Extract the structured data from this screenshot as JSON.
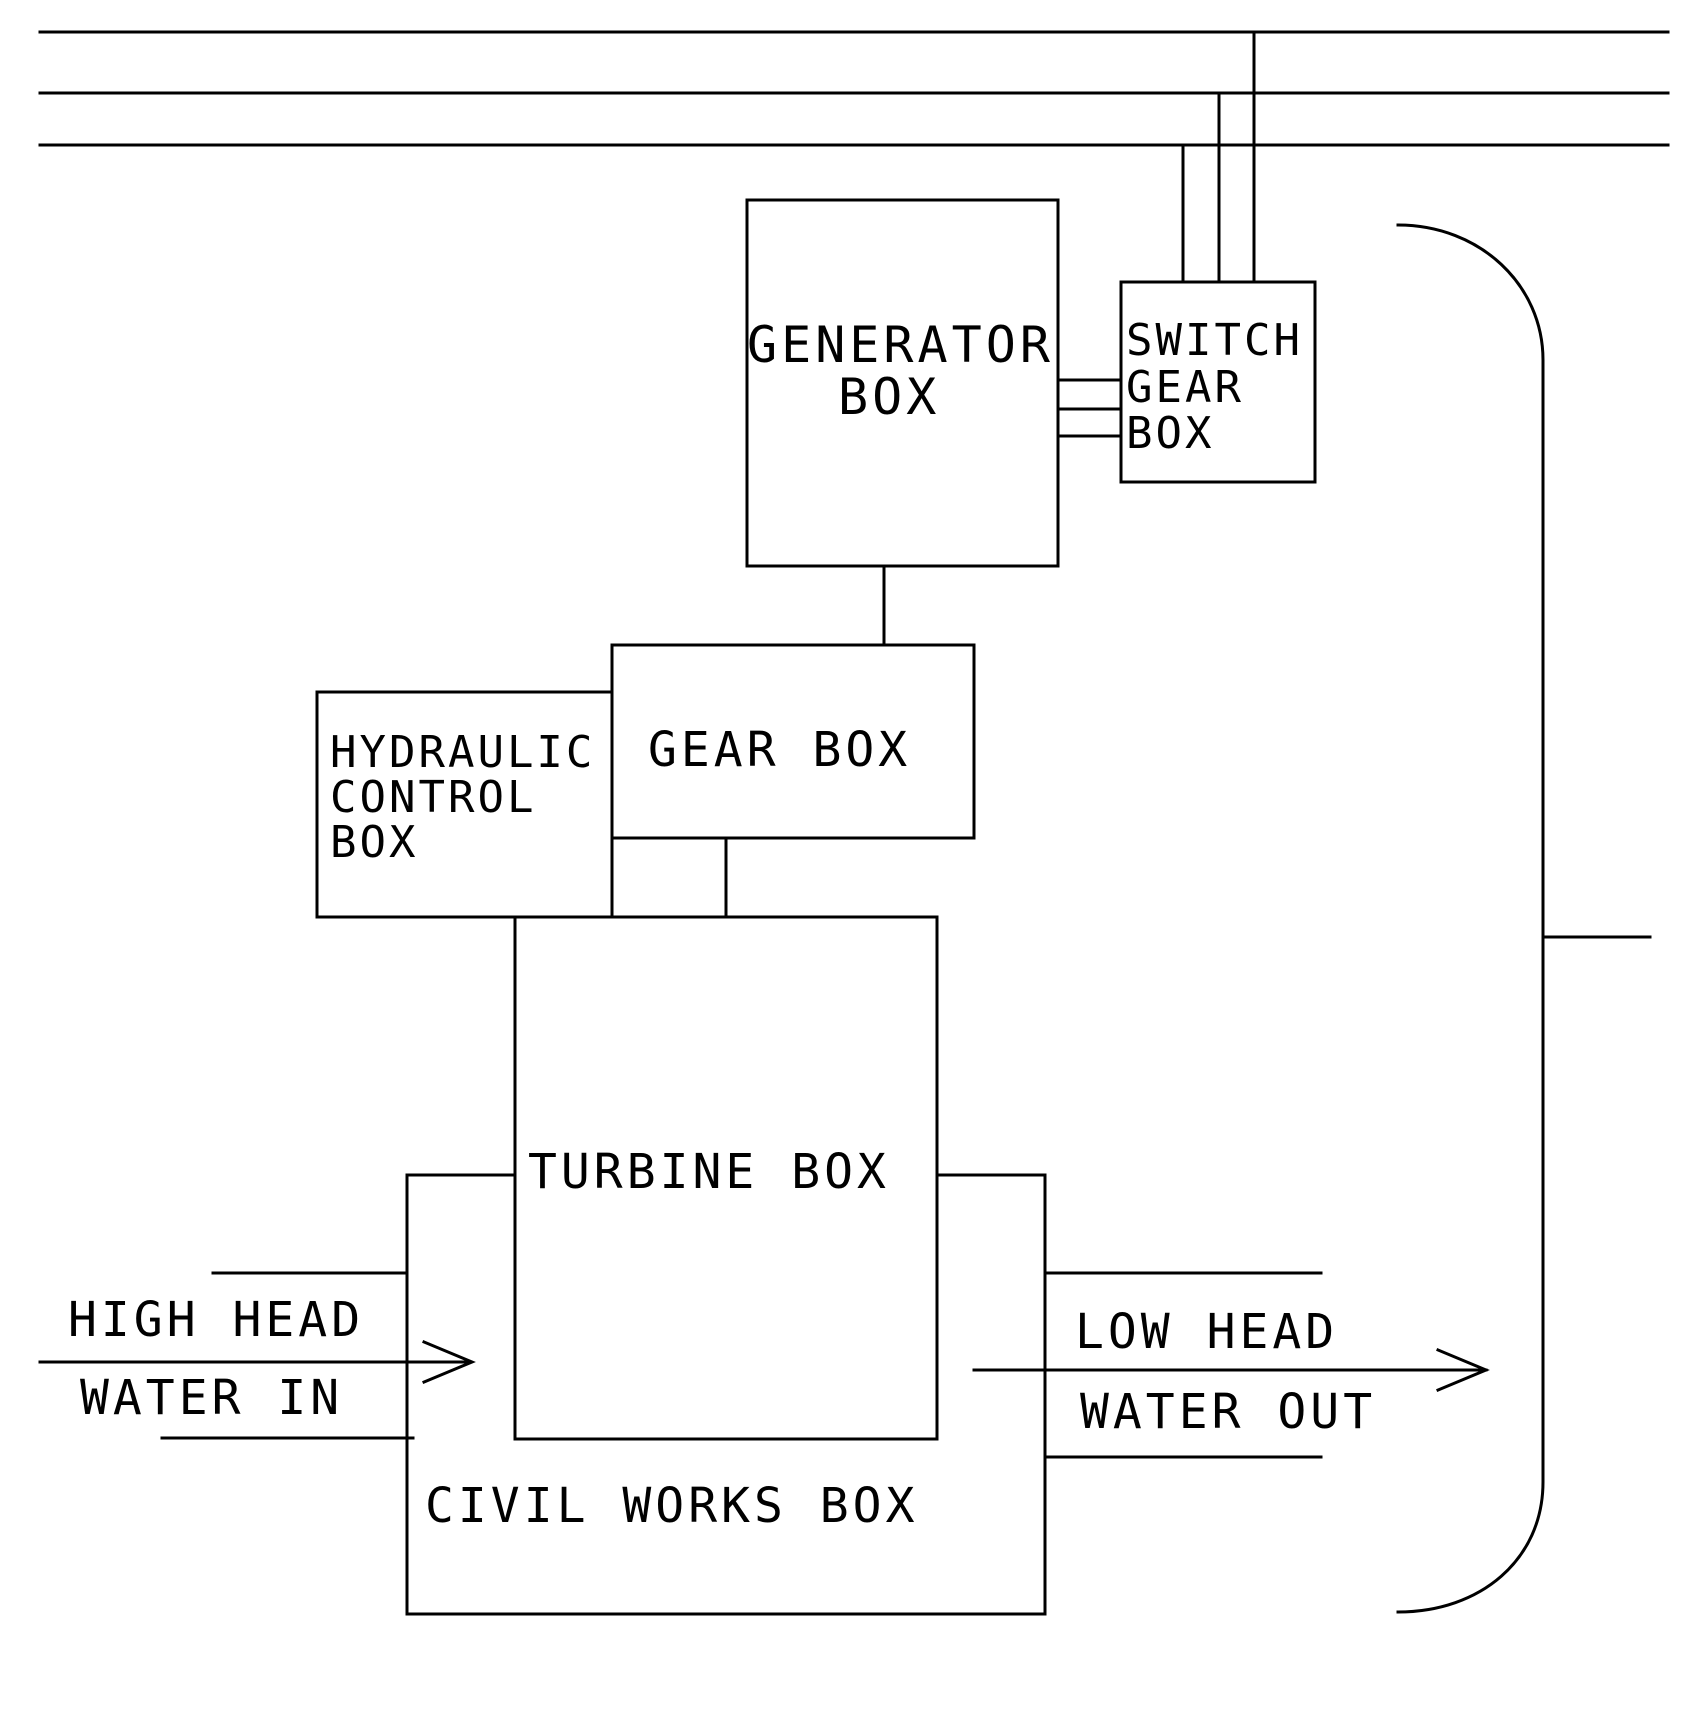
{
  "labels": {
    "generator": [
      "GENERATOR",
      "BOX"
    ],
    "switchgear": [
      "SWITCH",
      "GEAR",
      "BOX"
    ],
    "gearbox": "GEAR BOX",
    "hydraulic": [
      "HYDRAULIC",
      "CONTROL",
      "BOX"
    ],
    "turbine": "TURBINE BOX",
    "civil": "CIVIL WORKS BOX",
    "inlet": [
      "HIGH HEAD",
      "WATER IN"
    ],
    "outlet": [
      "LOW HEAD",
      "WATER OUT"
    ]
  },
  "colors": {
    "line": "#000000",
    "background": "#ffffff"
  }
}
